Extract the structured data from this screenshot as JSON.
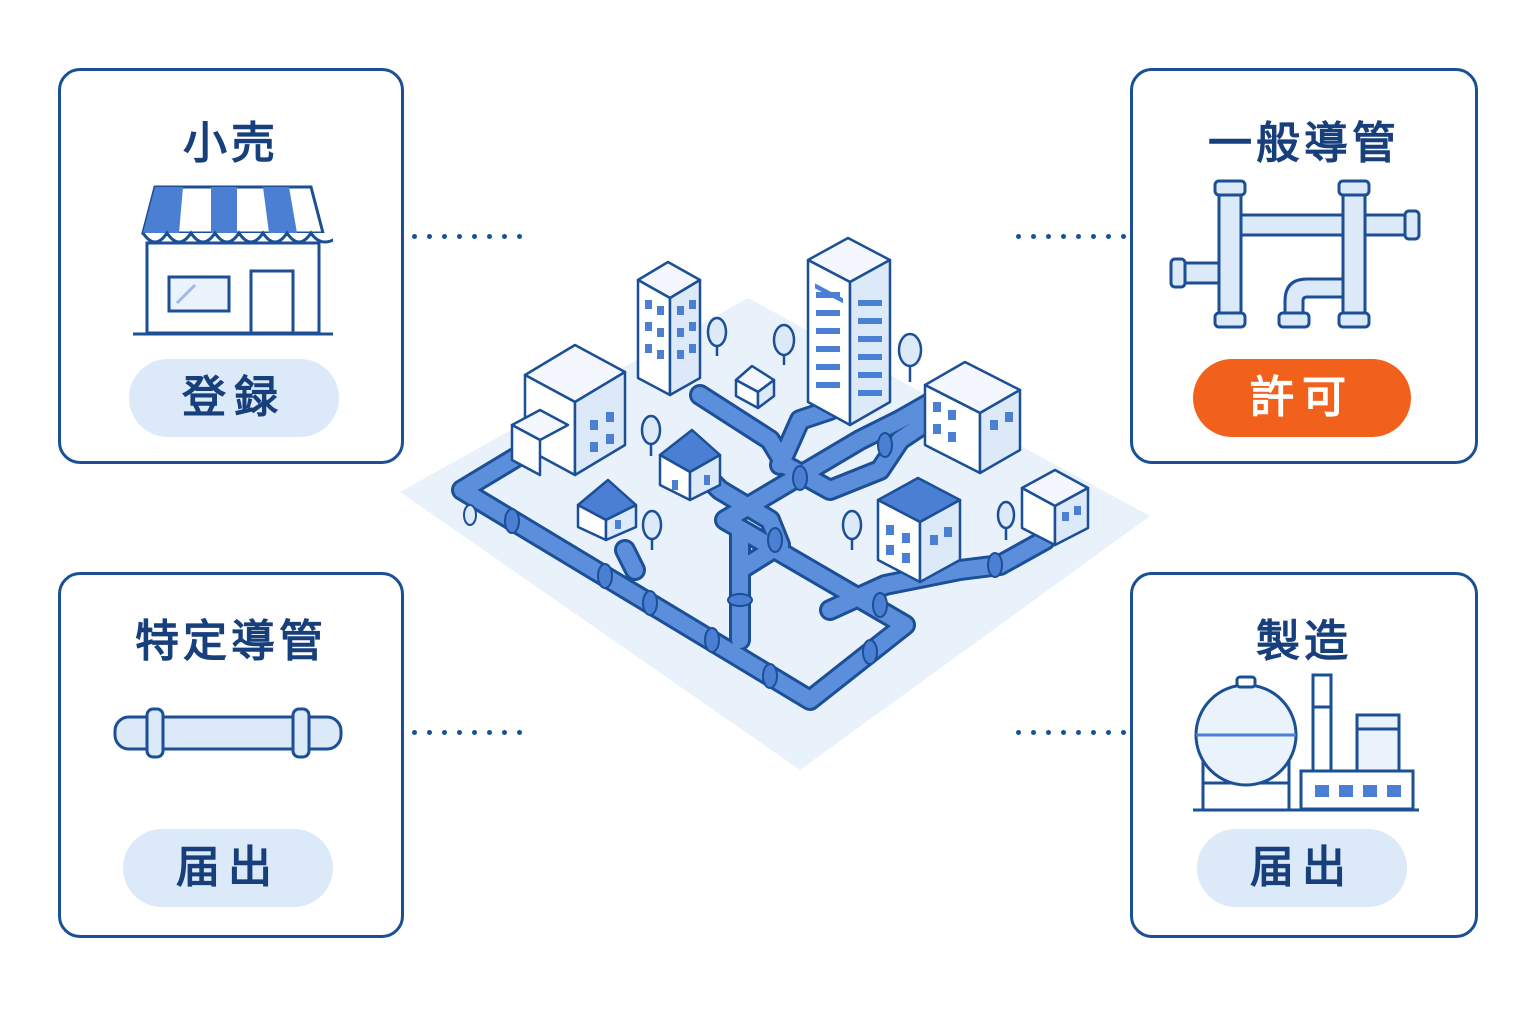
{
  "cards": {
    "retail": {
      "title": "小売",
      "badge": "登録",
      "icon": "storefront-icon"
    },
    "general_pipeline": {
      "title": "一般導管",
      "badge": "許可",
      "icon": "pipe-network-icon"
    },
    "specific_pipeline": {
      "title": "特定導管",
      "badge": "届出",
      "icon": "pipe-segment-icon"
    },
    "manufacturing": {
      "title": "製造",
      "badge": "届出",
      "icon": "gas-factory-icon"
    }
  },
  "center": {
    "icon": "isometric-city-pipeline-icon"
  },
  "colors": {
    "primary": "#1b4f96",
    "pipe": "#4a7fd4",
    "badge_bg": "#dce9f8",
    "accent": "#f2611c",
    "ground": "#e9f1fb"
  }
}
